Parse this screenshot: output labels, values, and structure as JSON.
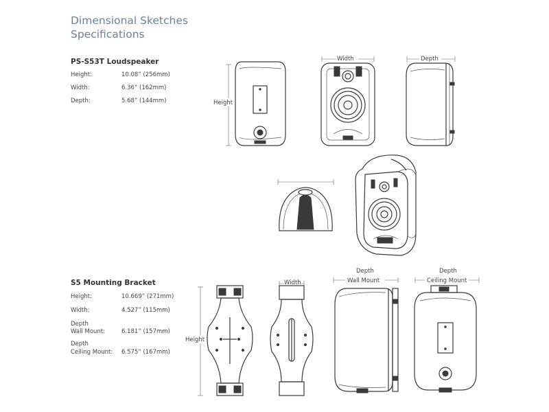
{
  "header": {
    "line1": "Dimensional Sketches",
    "line2": "Specifications"
  },
  "loudspeaker": {
    "heading": "PS-S53T Loudspeaker",
    "specs": [
      {
        "label": "Height:",
        "value": "10.08” (256mm)"
      },
      {
        "label": "Width:",
        "value": "6.36” (162mm)"
      },
      {
        "label": "Depth:",
        "value": "5.68” (144mm)"
      }
    ],
    "dims": {
      "height": "Height",
      "width": "Width",
      "depth": "Depth"
    }
  },
  "bracket": {
    "heading": "S5 Mounting Bracket",
    "specs": [
      {
        "label": "Height:",
        "value": "10.669” (271mm)"
      },
      {
        "label": "Width:",
        "value": "4.527” (115mm)"
      },
      {
        "label_line1": "Depth",
        "label": "Wall Mount:",
        "value": "6.181” (157mm)"
      },
      {
        "label_line1": "Depth",
        "label": "Ceiling Mount:",
        "value": "6.575” (167mm)"
      }
    ],
    "dims": {
      "height": "Height",
      "width": "Width",
      "depth_wall_1": "Depth",
      "depth_wall_2": "Wall Mount",
      "depth_ceiling_1": "Depth",
      "depth_ceiling_2": "Ceiling Mount"
    }
  }
}
